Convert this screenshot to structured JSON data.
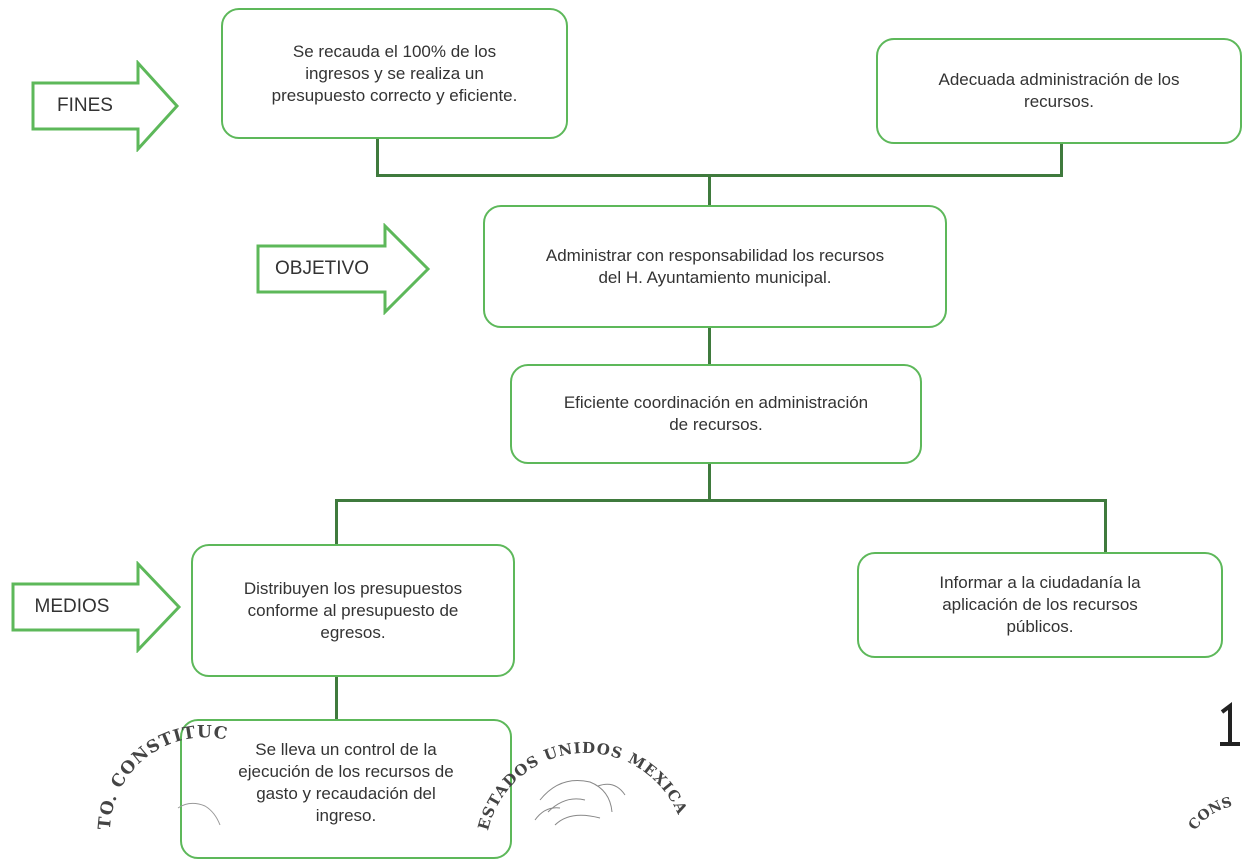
{
  "arrows": {
    "fines": "FINES",
    "objetivo": "OBJETIVO",
    "medios": "MEDIOS"
  },
  "boxes": {
    "fin_1": "Se recauda el 100% de los\ningresos y se realiza un\npresupuesto correcto y eficiente.",
    "fin_2": "Adecuada administración de los\nrecursos.",
    "objetivo": "Administrar con responsabilidad los recursos\ndel H. Ayuntamiento municipal.",
    "coordinacion": "Eficiente coordinación en administración\nde recursos.",
    "medio_1": "Distribuyen los presupuestos\nconforme al presupuesto de\negresos.",
    "medio_2": "Informar a la ciudadanía la\naplicación de los recursos\npúblicos.",
    "medio_3": "Se lleva un control de la\nejecución de los recursos de\ngasto y recaudación del\ningreso."
  },
  "stamps": {
    "left_seal": "TO. CONSTITUC",
    "center_seal": "ESTADOS UNIDOS MEXICANOS",
    "right_seal": "CONS"
  },
  "colors": {
    "box_border": "#5db85a",
    "connector": "#3f7a3d",
    "arrow_outline": "#5db85a"
  }
}
